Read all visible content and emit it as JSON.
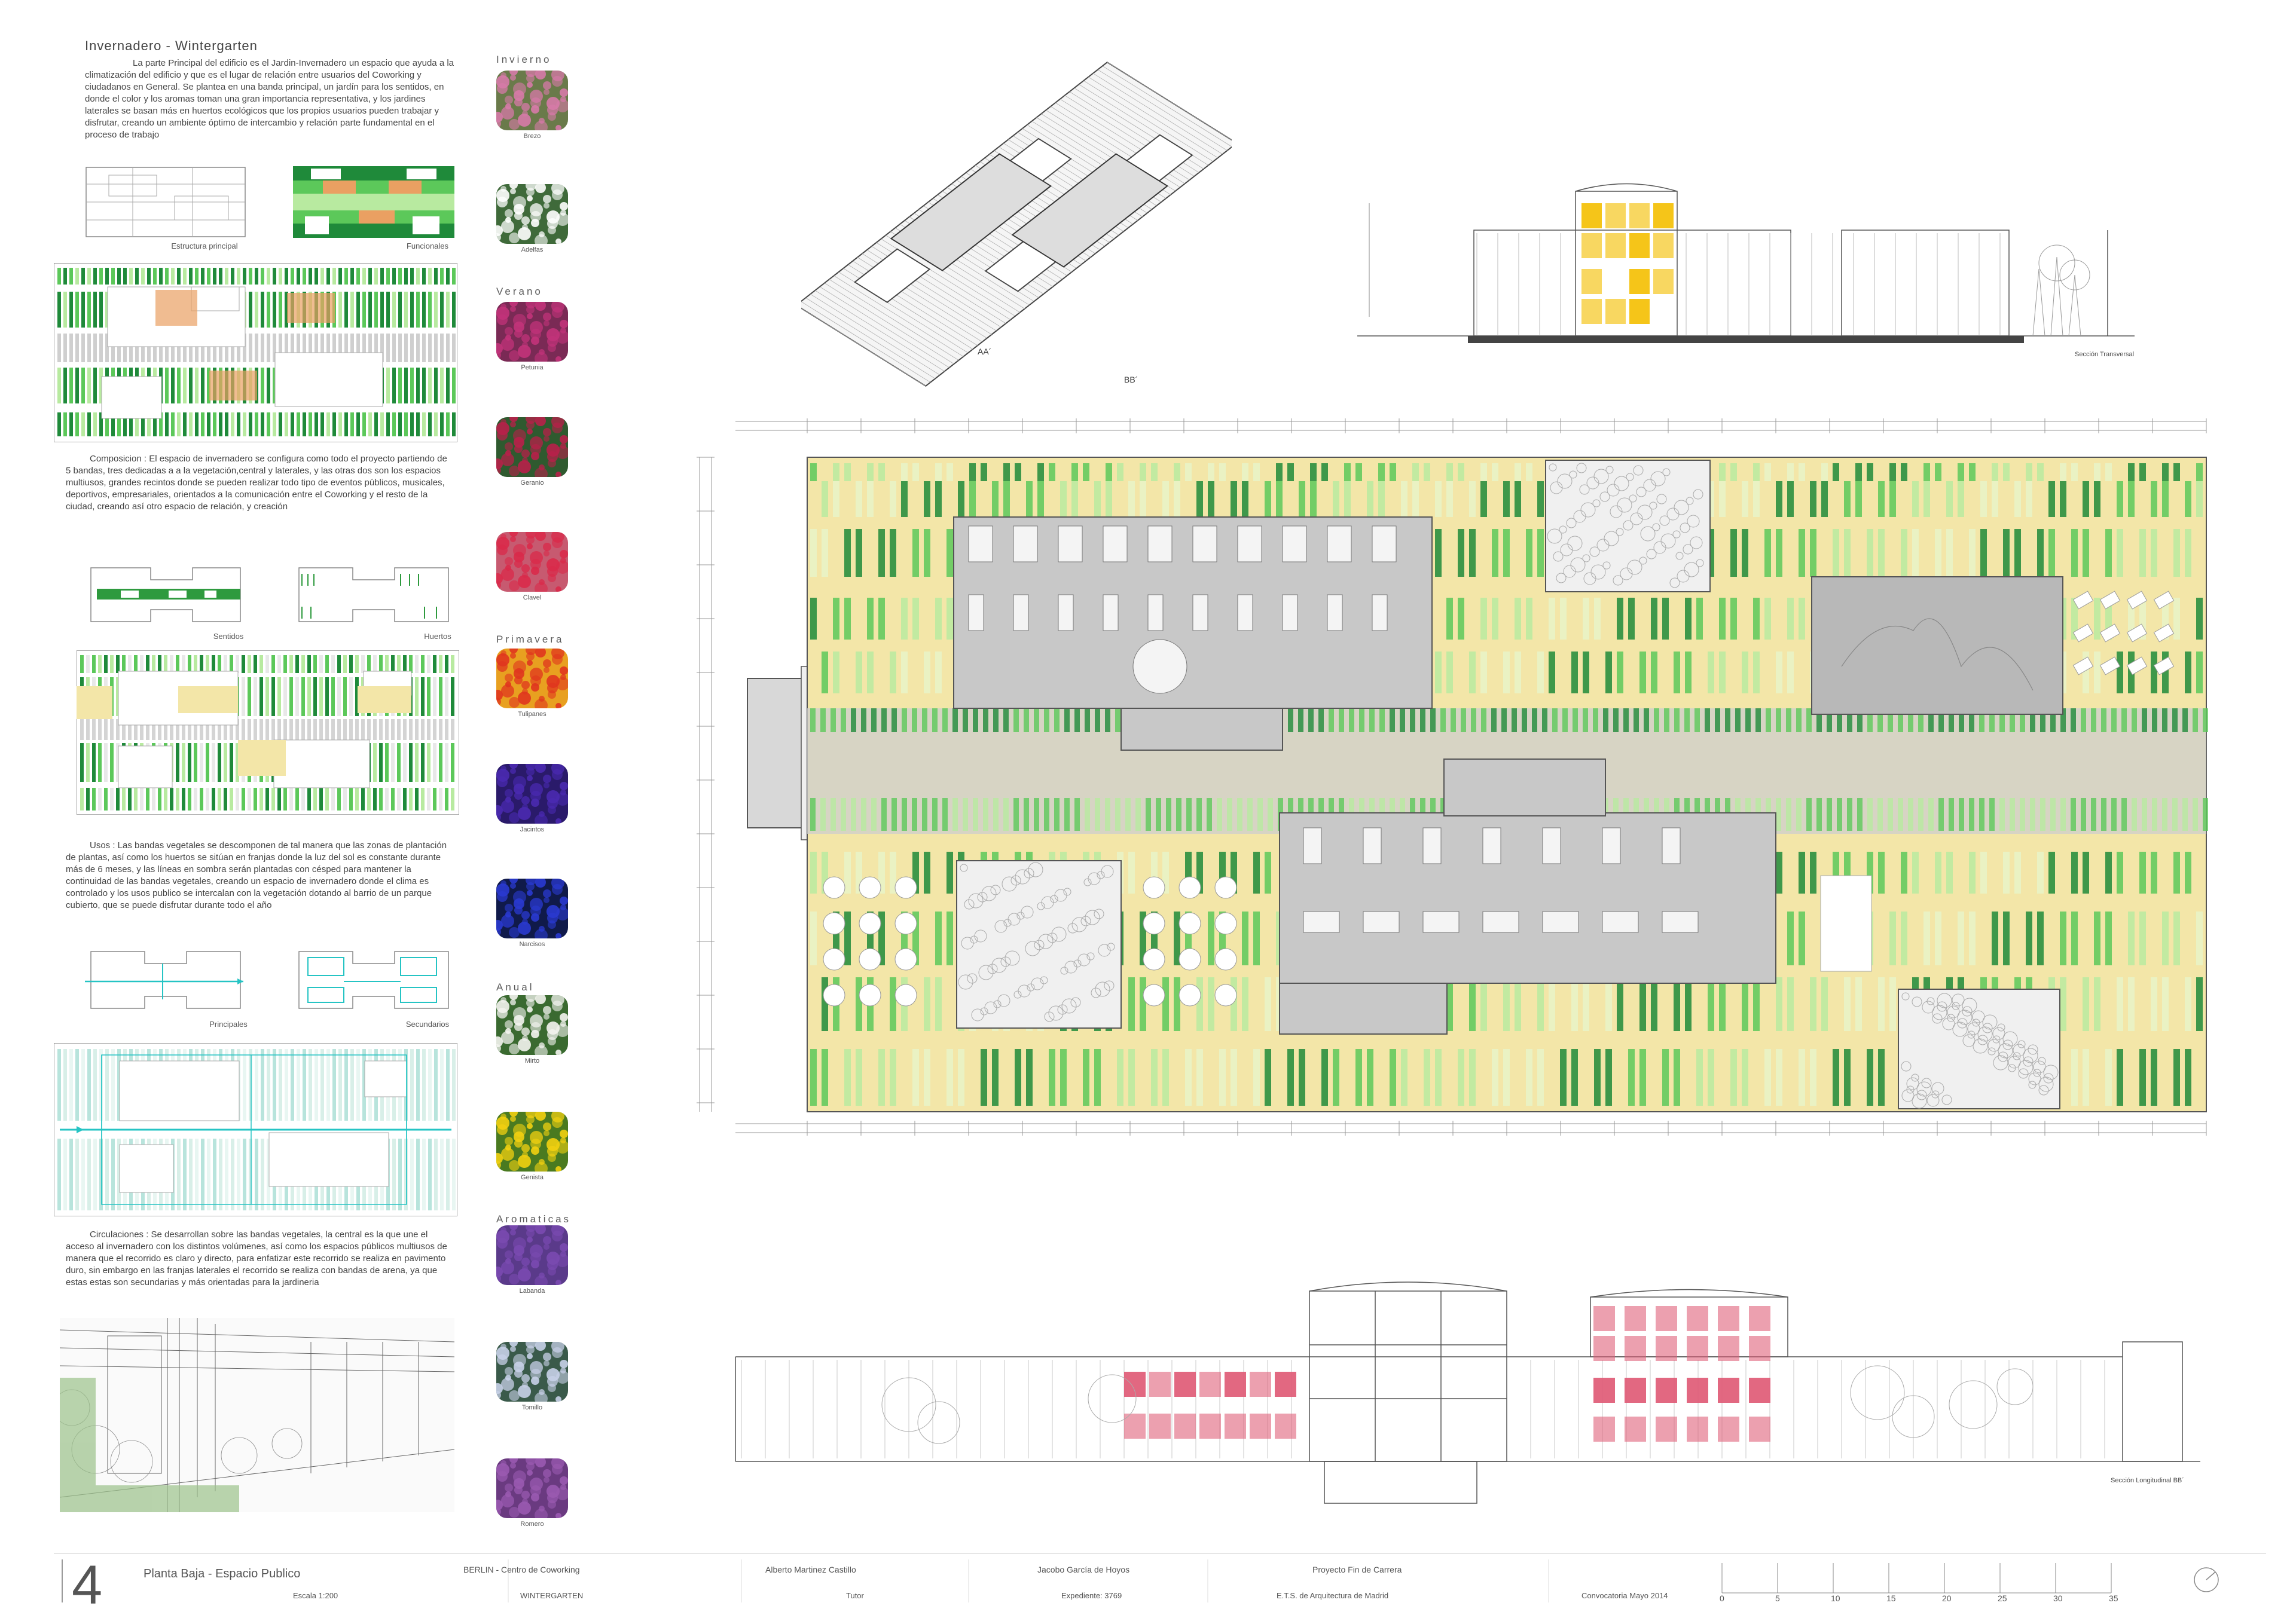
{
  "heading": "Invernadero - Wintergarten",
  "intro_text": "La parte Principal del edificio es el Jardin-Invernadero un espacio que ayuda a la climatización del edificio y que es el lugar de relación entre usuarios del Coworking y ciudadanos en General. Se plantea en una banda principal, un jardín para los sentidos, en donde el color y los aromas toman una gran importancia representativa, y los jardines laterales se basan más en huertos ecológicos que los propios usuarios pueden trabajar y disfrutar, creando un ambiente óptimo de intercambio y relación parte fundamental en el proceso de trabajo",
  "composicion_text": "Composicion : El espacio de invernadero se configura como todo el proyecto partiendo de 5 bandas, tres dedicadas a a la vegetación,central y laterales, y las otras dos son los espacios multiusos, grandes recintos donde se pueden realizar todo tipo de eventos públicos, musicales, deportivos, empresariales, orientados a la comunicación entre el Coworking y el resto de la ciudad, creando así otro espacio de relación, y creación",
  "usos_text": "Usos : Las bandas vegetales se descomponen de tal manera que las zonas de plantación de plantas, así como los huertos se sitúan en franjas donde la luz del sol es constante durante más de 6 meses, y las líneas en sombra serán plantadas con césped para mantener la continuidad de las bandas vegetales, creando un espacio de invernadero donde el clima es controlado y los usos publico se intercalan con la vegetación dotando al barrio de un parque cubierto, que se puede disfrutar durante todo el año",
  "circulaciones_text": "Circulaciones : Se desarrollan sobre las bandas vegetales, la central es la que une el acceso al invernadero con los distintos volúmenes, así como los espacios públicos multiusos de manera que el recorrido es claro y directo, para enfatizar este recorrido se realiza en pavimento duro, sin embargo en las franjas laterales el recorrido se realiza con bandas de arena, ya que estas estas son secundarias y más orientadas para la jardineria",
  "diagram_captions": {
    "estructura": "Estructura principal",
    "funcionales": "Funcionales",
    "sentidos": "Sentidos",
    "huertos": "Huertos",
    "principales": "Principales",
    "secundarios": "Secundarios"
  },
  "seasons": {
    "invierno": "Invierno",
    "verano": "Verano",
    "primavera": "Primavera",
    "anual": "Anual",
    "aromaticas": "Aromaticas"
  },
  "plants": [
    {
      "name": "Brezo",
      "color": "#d77aa8",
      "bg": "#6a7a4a"
    },
    {
      "name": "Adelfas",
      "color": "#ffffff",
      "bg": "#3f6a3a"
    },
    {
      "name": "Petunia",
      "color": "#c2337a",
      "bg": "#7a2a55"
    },
    {
      "name": "Geranio",
      "color": "#b8204a",
      "bg": "#2f5a2f"
    },
    {
      "name": "Clavel",
      "color": "#d92a4a",
      "bg": "#c75a70"
    },
    {
      "name": "Tulipanes",
      "color": "#e0351e",
      "bg": "#e8a020"
    },
    {
      "name": "Jacintos",
      "color": "#4a2ab0",
      "bg": "#2a1a6a"
    },
    {
      "name": "Narcisos",
      "color": "#2a3ad0",
      "bg": "#101a4a"
    },
    {
      "name": "Mirto",
      "color": "#f4f4f0",
      "bg": "#3a6a30"
    },
    {
      "name": "Genista",
      "color": "#f2d010",
      "bg": "#4a7a20"
    },
    {
      "name": "Labanda",
      "color": "#7a4ab0",
      "bg": "#5a3a8a"
    },
    {
      "name": "Tomillo",
      "color": "#c8d0e8",
      "bg": "#3a5a4a"
    },
    {
      "name": "Romero",
      "color": "#9a5ab0",
      "bg": "#6a3a80"
    }
  ],
  "labels": {
    "aa": "AA´",
    "bb": "BB´",
    "seccion_transversal": "Sección Transversal AA´",
    "seccion_longitudinal": "Sección Longitudinal BB´"
  },
  "footer": {
    "number": "4",
    "plan_title": "Planta Baja - Espacio Publico",
    "escala": "Escala 1:200",
    "project": "BERLIN - Centro de Coworking",
    "subproject": "WINTERGARTEN",
    "author": "Alberto Martinez Castillo",
    "tutor_label": "Tutor",
    "tutor": "Jacobo García de Hoyos",
    "expediente": "Expediente:  3769",
    "pfc": "Proyecto Fin de Carrera",
    "school": "E.T.S. de Arquitectura de Madrid",
    "convocatoria": "Convocatoria Mayo 2014",
    "scale_ticks": [
      "0",
      "5",
      "10",
      "15",
      "20",
      "25",
      "30",
      "35"
    ]
  },
  "colors": {
    "green_dark": "#1f8a3a",
    "green_mid": "#5cc85a",
    "green_light": "#b8eaa0",
    "sand": "#f3e6a8",
    "gray_floor": "#c9c9c9",
    "orange": "#eaa062",
    "cyan": "#25c4c4",
    "yellow": "#f4c20d",
    "red": "#e0607a"
  }
}
